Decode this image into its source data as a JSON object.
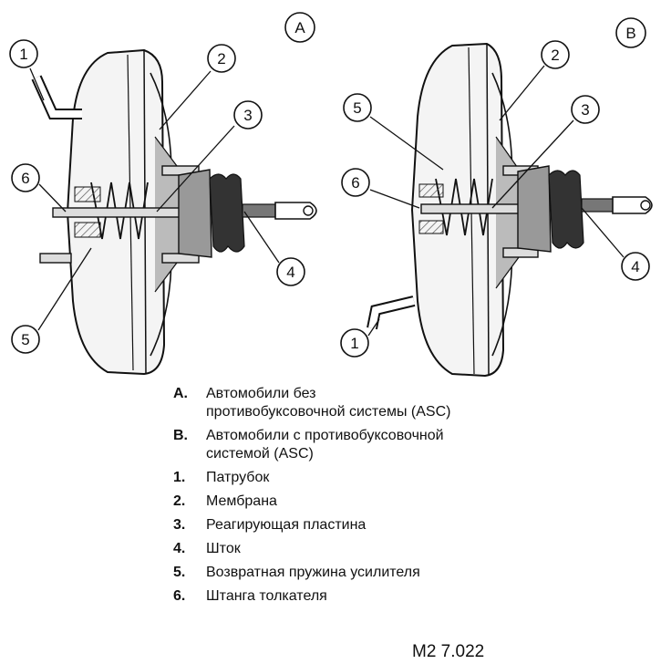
{
  "figure": {
    "panel_a": "A",
    "panel_b": "B",
    "callouts_a": [
      "1",
      "2",
      "3",
      "4",
      "5",
      "6"
    ],
    "callouts_b": [
      "1",
      "2",
      "3",
      "4",
      "5",
      "6"
    ]
  },
  "legend": [
    {
      "key": "A.",
      "text": "Автомобили без противобуксовочной системы (ASC)"
    },
    {
      "key": "B.",
      "text": "Автомобили с противобуксовочной системой (ASC)"
    },
    {
      "key": "1.",
      "text": "Патрубок"
    },
    {
      "key": "2.",
      "text": "Мембрана"
    },
    {
      "key": "3.",
      "text": "Реагирующая пластина"
    },
    {
      "key": "4.",
      "text": "Шток"
    },
    {
      "key": "5.",
      "text": "Возвратная пружина усилителя"
    },
    {
      "key": "6.",
      "text": "Штанга толкателя"
    }
  ],
  "figure_code": "M2 7.022"
}
